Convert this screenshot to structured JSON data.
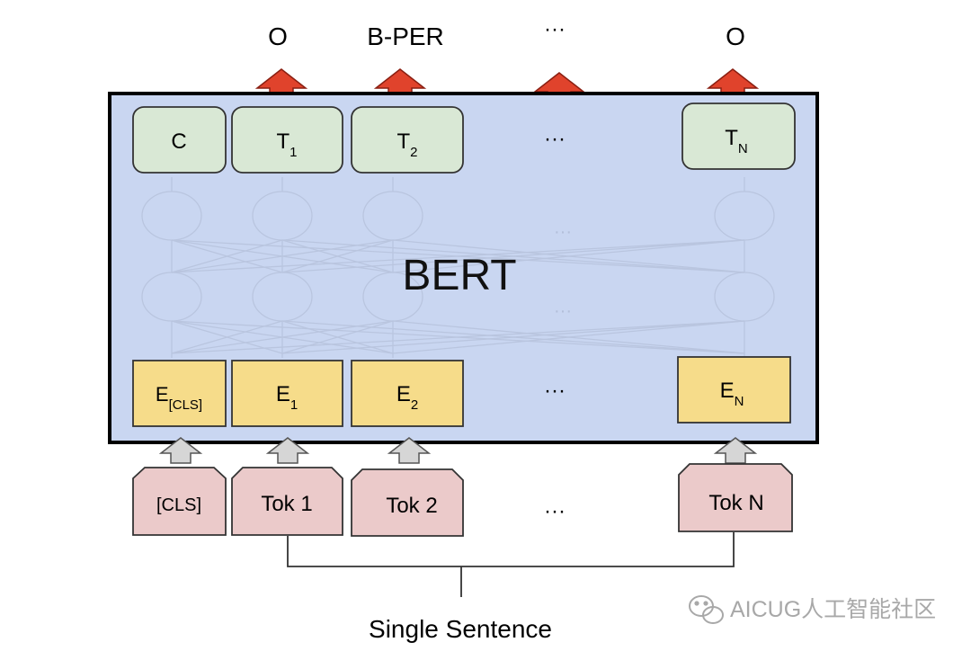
{
  "outputs": {
    "o1": "O",
    "o2": "B-PER",
    "o3": "···",
    "o4": "O"
  },
  "model": {
    "title": "BERT"
  },
  "transformer_outputs": {
    "c": "C",
    "t1_main": "T",
    "t1_sub": "1",
    "t2_main": "T",
    "t2_sub": "2",
    "ellipsis": "···",
    "tn_main": "T",
    "tn_sub": "N"
  },
  "layer_ellipsis": {
    "upper": "···",
    "lower": "···"
  },
  "embeddings": {
    "cls_main": "E",
    "cls_sub": "[CLS]",
    "e1_main": "E",
    "e1_sub": "1",
    "e2_main": "E",
    "e2_sub": "2",
    "ellipsis": "···",
    "en_main": "E",
    "en_sub": "N"
  },
  "tokens": {
    "cls": "[CLS]",
    "tok1": "Tok 1",
    "tok2": "Tok 2",
    "ellipsis": "···",
    "tokn": "Tok N"
  },
  "input": {
    "label": "Single Sentence"
  },
  "watermark": {
    "text": "AICUG人工智能社区"
  },
  "colors": {
    "bert_bg": "#c9d6f1",
    "output_box": "#d9e8d5",
    "embed_box": "#f6dc8a",
    "token_box": "#ebcaca",
    "red_arrow": "#e0432c",
    "gray_arrow": "#d6d6d6"
  }
}
